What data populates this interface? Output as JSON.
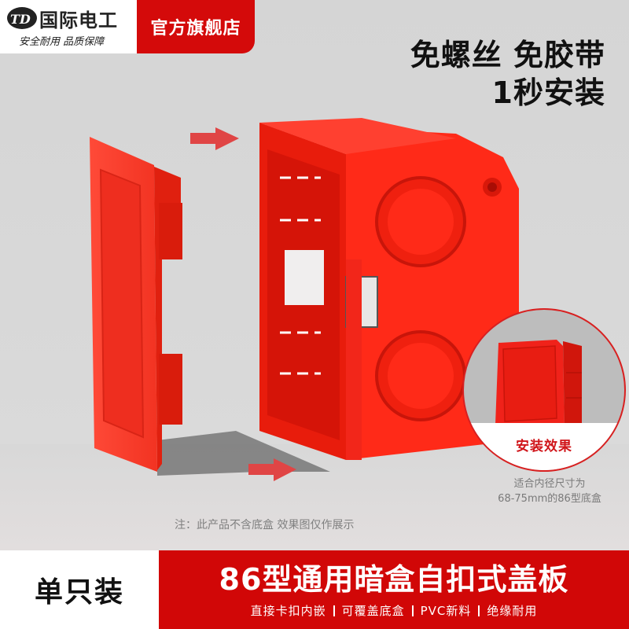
{
  "brand": {
    "logo_icon": "td-logo-icon",
    "name": "国际电工",
    "slogan": "安全耐用 品质保障"
  },
  "store_tag": "官方旗舰店",
  "headline": {
    "line1": "免螺丝 免胶带",
    "line2": "1秒安装"
  },
  "product_image": {
    "description": "Red 86-type concealed junction box with self-latching cover plate, exploded view with arrows",
    "arrow_icon": "arrow-right-icon",
    "colors": {
      "product_red": "#ff2a1a",
      "arrow_red": "#e04545",
      "background": "#d6d6d6"
    }
  },
  "inset": {
    "label": "安装效果",
    "note_line1": "适合内径尺寸为",
    "note_line2": "68-75mm的86型底盒"
  },
  "disclaimer": "注：此产品不含底盒 效果图仅作展示",
  "footer": {
    "pack": "单只装",
    "title": "86型通用暗盒自扣式盖板",
    "features": [
      "直接卡扣内嵌",
      "可覆盖底盒",
      "PVC新料",
      "绝缘耐用"
    ],
    "accent": "#d10707"
  }
}
